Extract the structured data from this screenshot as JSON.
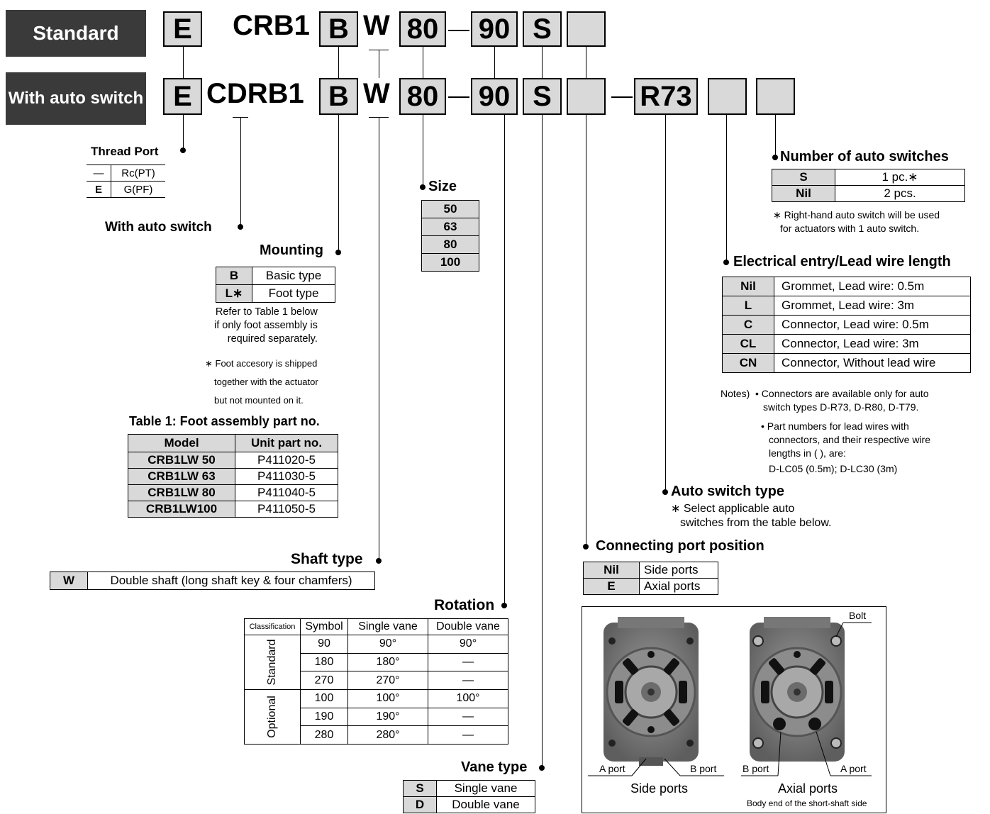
{
  "header": {
    "standard": "Standard",
    "auto_switch": "With auto switch"
  },
  "model_row1": {
    "e": "E",
    "prefix": "CRB1",
    "b": "B",
    "w": "W",
    "size": "80",
    "dash": "—",
    "angle": "90",
    "s": "S"
  },
  "model_row2": {
    "e": "E",
    "prefix": "CDRB1",
    "b": "B",
    "w": "W",
    "size": "80",
    "dash": "—",
    "angle": "90",
    "s": "S",
    "dash2": "—",
    "switch": "R73"
  },
  "thread_port": {
    "title": "Thread Port",
    "rows": [
      [
        "—",
        "Rc(PT)"
      ],
      [
        "E",
        "G(PF)"
      ]
    ]
  },
  "with_auto_switch_label": "With auto switch",
  "mounting": {
    "title": "Mounting",
    "rows": [
      [
        "B",
        "Basic type"
      ],
      [
        "L∗",
        "Foot type"
      ]
    ],
    "note1": [
      "Refer to Table 1 below",
      "if only foot assembly is",
      "required separately."
    ],
    "note2": [
      "∗ Foot accesory is shipped",
      "together with the actuator",
      "but not mounted on it."
    ]
  },
  "table1": {
    "title": "Table 1: Foot assembly part no.",
    "headers": [
      "Model",
      "Unit part no."
    ],
    "rows": [
      [
        "CRB1LW 50",
        "P411020-5"
      ],
      [
        "CRB1LW 63",
        "P411030-5"
      ],
      [
        "CRB1LW 80",
        "P411040-5"
      ],
      [
        "CRB1LW100",
        "P411050-5"
      ]
    ]
  },
  "size": {
    "title": "Size",
    "values": [
      "50",
      "63",
      "80",
      "100"
    ]
  },
  "shaft_type": {
    "title": "Shaft type",
    "row": [
      "W",
      "Double shaft (long shaft key & four chamfers)"
    ]
  },
  "rotation": {
    "title": "Rotation",
    "headers": [
      "Classification",
      "Symbol",
      "Single vane",
      "Double vane"
    ],
    "group1": "Standard",
    "group2": "Optional",
    "rows": [
      [
        "90",
        "90°",
        "90°"
      ],
      [
        "180",
        "180°",
        "—"
      ],
      [
        "270",
        "270°",
        "—"
      ],
      [
        "100",
        "100°",
        "100°"
      ],
      [
        "190",
        "190°",
        "—"
      ],
      [
        "280",
        "280°",
        "—"
      ]
    ]
  },
  "vane_type": {
    "title": "Vane type",
    "rows": [
      [
        "S",
        "Single vane"
      ],
      [
        "D",
        "Double vane"
      ]
    ]
  },
  "num_switches": {
    "title": "Number of auto switches",
    "rows": [
      [
        "S",
        "1 pc.∗"
      ],
      [
        "Nil",
        "2 pcs."
      ]
    ],
    "note": [
      "∗ Right-hand auto switch will be used",
      "for actuators with 1 auto switch."
    ]
  },
  "electrical": {
    "title": "Electrical entry/Lead wire length",
    "rows": [
      [
        "Nil",
        "Grommet, Lead wire: 0.5m"
      ],
      [
        "L",
        "Grommet, Lead wire: 3m"
      ],
      [
        "C",
        "Connector, Lead wire: 0.5m"
      ],
      [
        "CL",
        "Connector, Lead wire: 3m"
      ],
      [
        "CN",
        "Connector, Without lead wire"
      ]
    ],
    "notes_label": "Notes)",
    "note1": [
      "• Connectors are available only for auto",
      "switch types D-R73, D-R80, D-T79."
    ],
    "note2": [
      "• Part numbers for lead wires with",
      "connectors, and their respective wire",
      "lengths in ( ), are:",
      "D-LC05 (0.5m); D-LC30 (3m)"
    ]
  },
  "auto_switch_type": {
    "title": "Auto switch type",
    "note": [
      "∗ Select applicable auto",
      "switches from the table below."
    ]
  },
  "connecting_port": {
    "title": "Connecting port position",
    "rows": [
      [
        "Nil",
        "Side ports"
      ],
      [
        "E",
        "Axial ports"
      ]
    ]
  },
  "photo": {
    "bolt": "Bolt",
    "a_port": "A port",
    "b_port": "B port",
    "side_caption": "Side ports",
    "axial_caption": "Axial ports",
    "axial_sub": "Body end of the short-shaft side"
  }
}
